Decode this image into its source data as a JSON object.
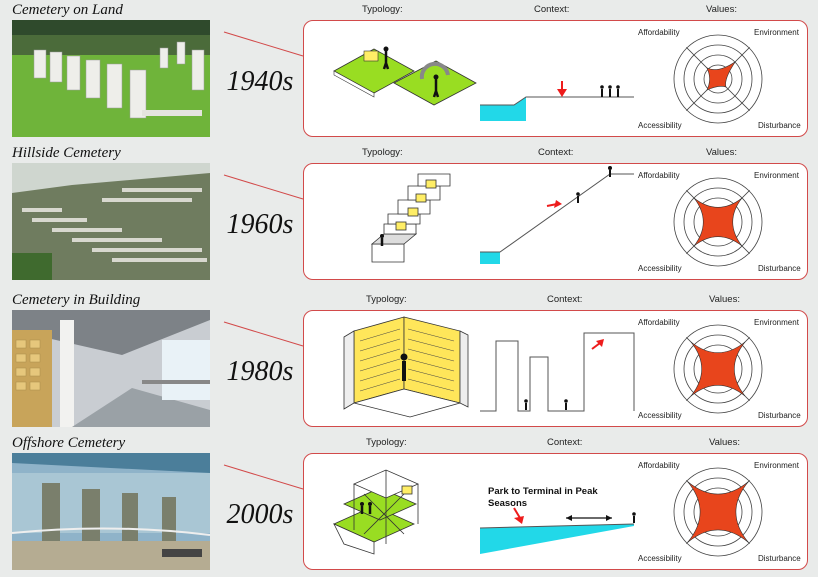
{
  "column_labels": {
    "typology": "Typology:",
    "context": "Context:",
    "values": "Values:"
  },
  "radar_axes": {
    "affordability": "Affordability",
    "environment": "Environment",
    "accessibility": "Accessibility",
    "disturbance": "Disturbance"
  },
  "rows": [
    {
      "title": "Cemetery on Land",
      "decade": "1940s",
      "radar": {
        "affordability": 0.35,
        "environment": 0.55,
        "disturbance": 0.25,
        "accessibility": 0.35
      }
    },
    {
      "title": "Hillside Cemetery",
      "decade": "1960s",
      "radar": {
        "affordability": 0.75,
        "environment": 0.75,
        "disturbance": 0.75,
        "accessibility": 0.75
      }
    },
    {
      "title": "Cemetery in Building",
      "decade": "1980s",
      "radar": {
        "affordability": 0.85,
        "environment": 0.85,
        "disturbance": 0.85,
        "accessibility": 0.85
      }
    },
    {
      "title": "Offshore Cemetery",
      "decade": "2000s",
      "radar": {
        "affordability": 0.95,
        "environment": 0.95,
        "disturbance": 0.95,
        "accessibility": 0.95
      }
    }
  ],
  "offshore_note": "Park to Terminal in Peak Seasons",
  "colors": {
    "panel_border": "#d24a4a",
    "radar_fill": "#e8451c",
    "typology_green": "#99dd22",
    "water": "#22d8e8",
    "arrow": "#ee1c1c"
  }
}
